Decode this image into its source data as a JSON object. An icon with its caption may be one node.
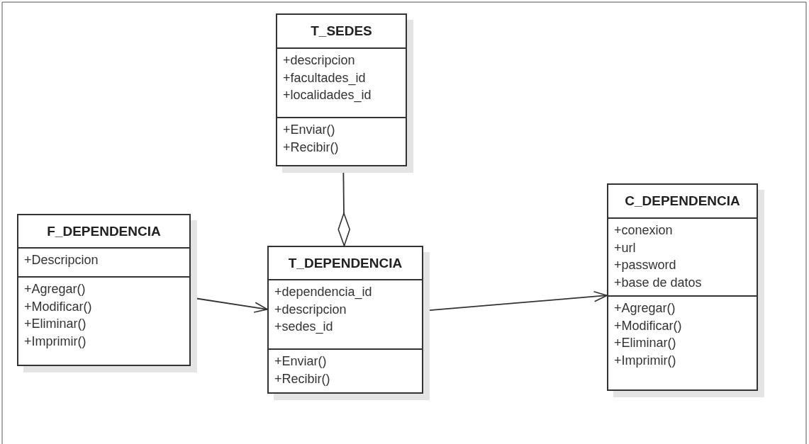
{
  "diagram": {
    "nodes": [
      {
        "text": [
          "T_SEDES"
        ]
      },
      {
        "text": [
          "+descripcion",
          "+facultades_id",
          "+localidades_id"
        ],
        "in": 0
      },
      {
        "text": [
          "+Enviar()",
          "+Recibir()"
        ],
        "in": 0
      },
      {
        "text": [
          "F_DEPENDENCIA"
        ]
      },
      {
        "text": [
          "+Descripcion"
        ],
        "in": 3
      },
      {
        "text": [
          "+Agregar()",
          "+Modificar()",
          "+Eliminar()",
          "+Imprimir()"
        ],
        "in": 3
      },
      {
        "text": [
          "T_DEPENDENCIA"
        ]
      },
      {
        "text": [
          "+dependencia_id",
          "+descripcion",
          "+sedes_id"
        ],
        "in": 6
      },
      {
        "text": [
          "+Enviar()",
          "+Recibir()"
        ],
        "in": 6
      },
      {
        "text": [
          "C_DEPENDENCIA"
        ]
      },
      {
        "text": [
          "+conexion",
          "+url",
          "+password",
          "+base de datos"
        ],
        "in": 9
      },
      {
        "text": [
          "+Agregar()",
          "+Modificar()",
          "+Eliminar()",
          "+Imprimir()"
        ],
        "in": 9
      }
    ],
    "edges": [
      {
        "from": 0,
        "to": 6,
        "arrow": "other"
      },
      {
        "from": 3,
        "to": 6,
        "arrow": "to"
      },
      {
        "from": 6,
        "to": 9,
        "arrow": "to"
      }
    ]
  }
}
